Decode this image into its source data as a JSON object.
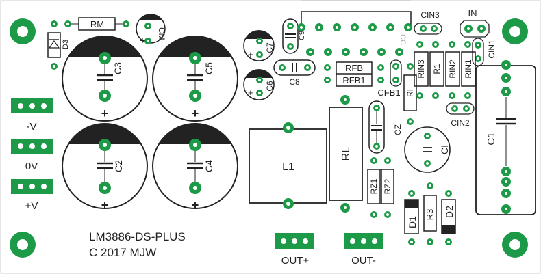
{
  "board": {
    "title_line1": "LM3886-DS-PLUS",
    "title_line2": "C 2017 MJW",
    "colors": {
      "copper": "#1c9a47",
      "silkscreen": "#222222",
      "background": "#ffffff",
      "hole": "#ffffff",
      "connector_mark": "#aaaaaa"
    }
  },
  "connectors": {
    "neg_v": "-V",
    "zero_v": "0V",
    "pos_v": "+V",
    "out_plus": "OUT+",
    "out_minus": "OUT-",
    "input": "IN"
  },
  "parts": {
    "rm": "RM",
    "cm": "CM",
    "d3": "D3",
    "c3": "C3",
    "c5": "C5",
    "c2": "C2",
    "c4": "C4",
    "c7": "C7",
    "c6": "C6",
    "c8": "C8",
    "c9": "C9",
    "cc": "CC",
    "cin3": "CIN3",
    "cin1": "CIN1",
    "cin2": "CIN2",
    "rin3": "RIN3",
    "r1": "R1",
    "rin2": "RIN2",
    "rin1": "RIN1",
    "ri": "RI",
    "rfb": "RFB",
    "rfb1": "RFB1",
    "cfb1": "CFB1",
    "cz": "CZ",
    "ci": "CI",
    "c1": "C1",
    "l1": "L1",
    "rl": "RL",
    "rz1": "RZ1",
    "rz2": "RZ2",
    "d1": "D1",
    "r3": "R3",
    "d2": "D2"
  },
  "polarity": {
    "plus": "+"
  }
}
